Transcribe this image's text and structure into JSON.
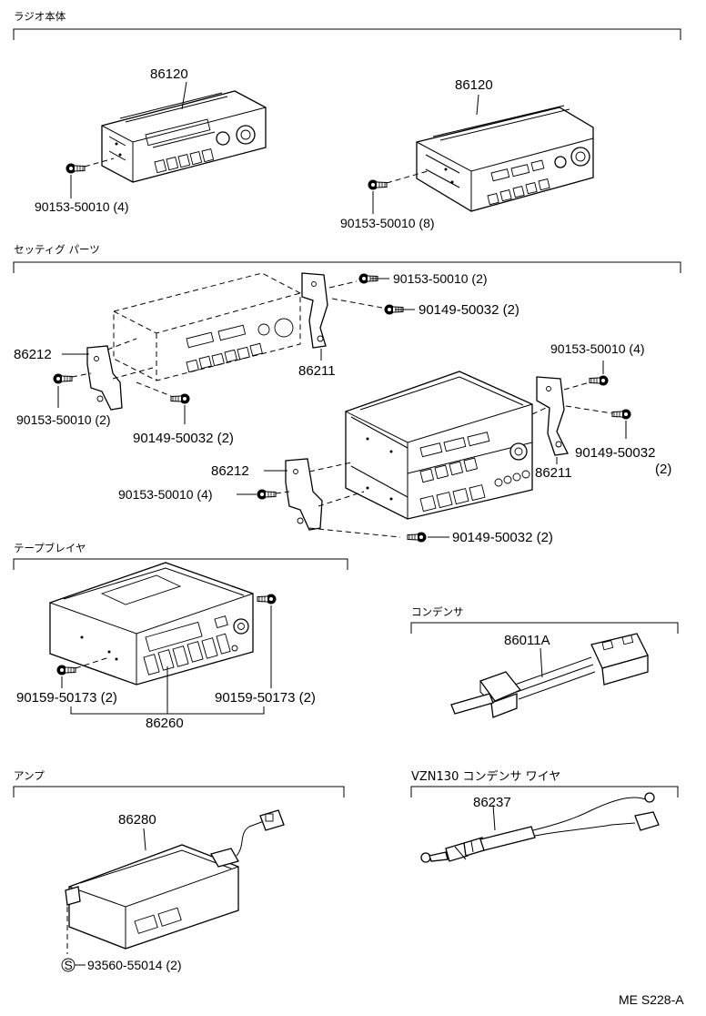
{
  "sections": {
    "radio_body": {
      "header": "ラジオ本体",
      "left": {
        "part": "86120",
        "bolt": "90153-50010 (4)"
      },
      "right": {
        "part": "86120",
        "bolt": "90153-50010 (8)"
      }
    },
    "setting_parts": {
      "header": "セッティグ パーツ",
      "upper": {
        "bolt_a": "90153-50010 (2)",
        "bolt_b": "90149-50032 (2)",
        "bracket_right": "86211",
        "bracket_left": "86212",
        "bolt_c": "90153-50010 (2)",
        "bolt_d": "90149-50032 (2)"
      },
      "lower": {
        "bolt_a": "90153-50010 (4)",
        "bolt_b": "90149-50032",
        "bolt_b_qty": "(2)",
        "bracket_right": "86211",
        "bracket_left": "86212",
        "bolt_c": "90153-50010 (4)",
        "bolt_d": "90149-50032 (2)"
      }
    },
    "tape_player": {
      "header": "テープブレイヤ",
      "part": "86260",
      "bolt_left": "90159-50173 (2)",
      "bolt_right": "90159-50173 (2)"
    },
    "condenser": {
      "header": "コンデンサ",
      "part": "86011A"
    },
    "amp": {
      "header": "アンプ",
      "part": "86280",
      "clip_symbol": "S",
      "clip": "93560-55014 (2)"
    },
    "vzn130": {
      "header": "VZN130 コンデンサ ワイヤ",
      "part": "86237"
    }
  },
  "footer": {
    "code": "ME S228-A"
  },
  "icons": [
    "hex-bolt-icon",
    "s-clip-icon"
  ]
}
